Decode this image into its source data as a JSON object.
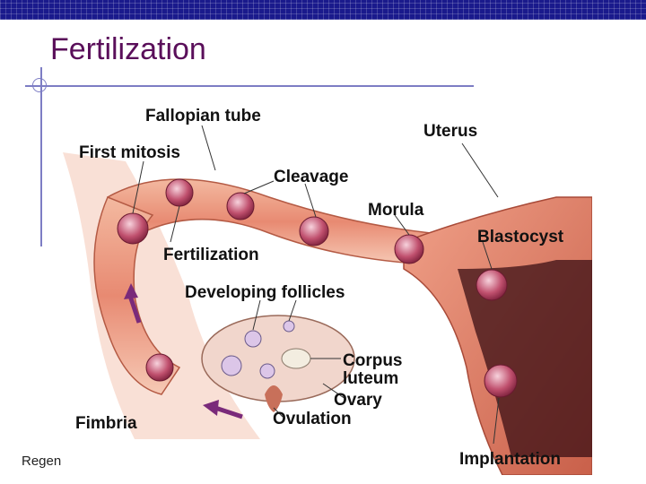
{
  "slide": {
    "title": "Fertilization",
    "footer": "Regen"
  },
  "colors": {
    "header_bar": "#1a1a8c",
    "title": "#5a0f5a",
    "rule": "#7d7dc4"
  },
  "diagram": {
    "labels": {
      "fallopian_tube": "Fallopian tube",
      "uterus": "Uterus",
      "first_mitosis": "First mitosis",
      "cleavage": "Cleavage",
      "morula": "Morula",
      "blastocyst": "Blastocyst",
      "fertilization": "Fertilization",
      "developing_follicles": "Developing follicles",
      "corpus_luteum_1": "Corpus",
      "corpus_luteum_2": "luteum",
      "ovary": "Ovary",
      "ovulation": "Ovulation",
      "fimbria": "Fimbria",
      "implantation": "Implantation"
    }
  }
}
